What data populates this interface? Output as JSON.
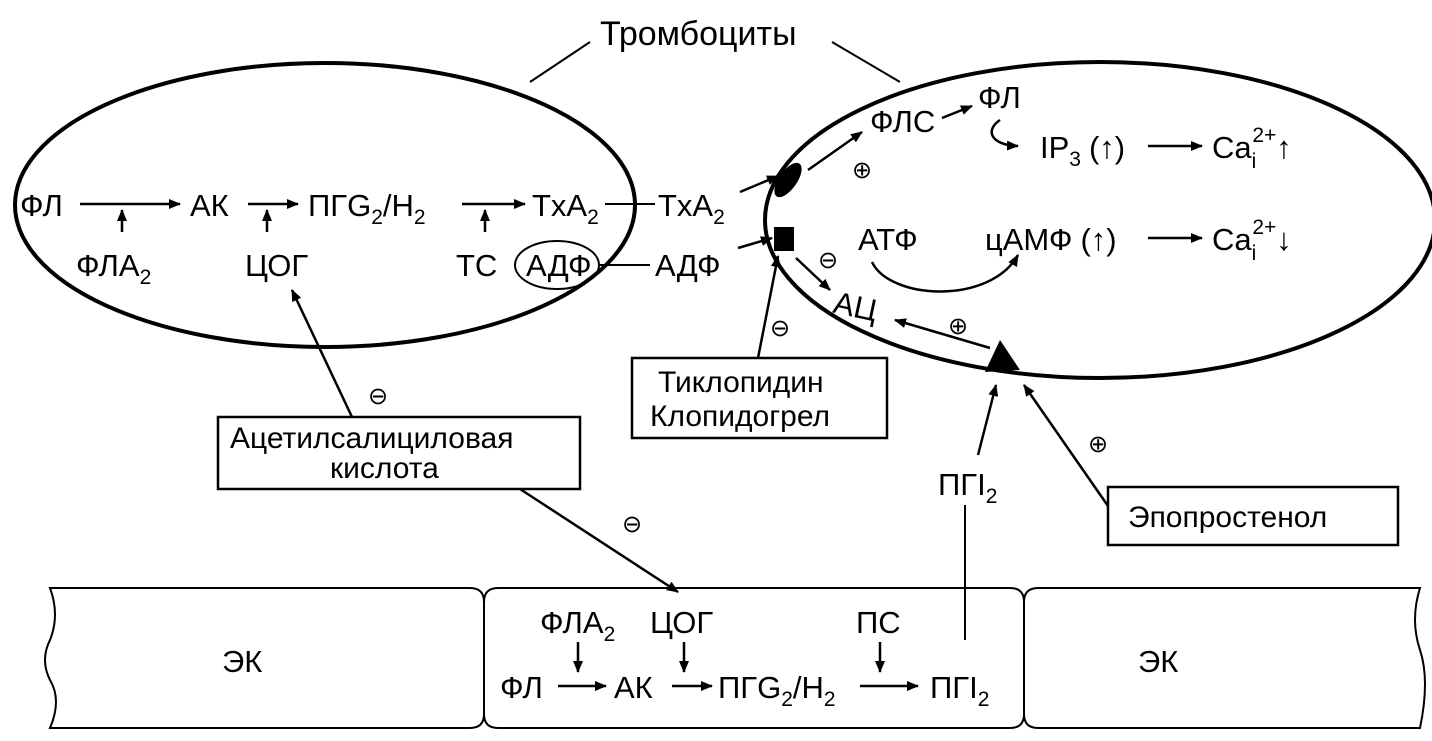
{
  "title": "Тромбоциты",
  "left_platelet": {
    "FL": "ФЛ",
    "AK": "АК",
    "PGG_base": "ПГG",
    "PGG_sub": "2",
    "PGG_slash": "/H",
    "PGH_sub": "2",
    "TxA": "TxA",
    "TxA_sub": "2",
    "FLA": "ФЛА",
    "FLA_sub": "2",
    "COG": "ЦОГ",
    "TS": "ТС",
    "ADF": "АДФ"
  },
  "between": {
    "TxA": "TxA",
    "TxA_sub": "2",
    "ADF": "АДФ"
  },
  "right_platelet": {
    "FLS": "ФЛС",
    "FL": "ФЛ",
    "IP": "IP",
    "IP_sub": "3",
    "IP_arrow": "(↑)",
    "Ca": "Ca",
    "Ca_sub": "i",
    "Ca_sup": "2+",
    "Ca_up": "↑",
    "Ca_down": "↓",
    "ATF": "АТФ",
    "cAMF": "цАМФ",
    "cAMF_arrow": "(↑)",
    "AC": "АЦ"
  },
  "signs": {
    "plus": "⊕",
    "minus": "⊖"
  },
  "boxes": {
    "asa_line1": "Ацетилсалициловая",
    "asa_line2": "кислота",
    "tic_line1": "Тиклопидин",
    "tic_line2": "Клопидогрел",
    "epo": "Эпопростенол"
  },
  "pgi_mid": {
    "base": "ПГI",
    "sub": "2"
  },
  "endothelium": {
    "ek_left": "ЭК",
    "ek_right": "ЭК",
    "FLA": "ФЛА",
    "FLA_sub": "2",
    "COG": "ЦОГ",
    "PS": "ПС",
    "FL": "ФЛ",
    "AK": "АК",
    "PGG_base": "ПГG",
    "PGG_sub": "2",
    "PGG_slash": "/H",
    "PGH_sub": "2",
    "PGI": "ПГI",
    "PGI_sub": "2"
  }
}
